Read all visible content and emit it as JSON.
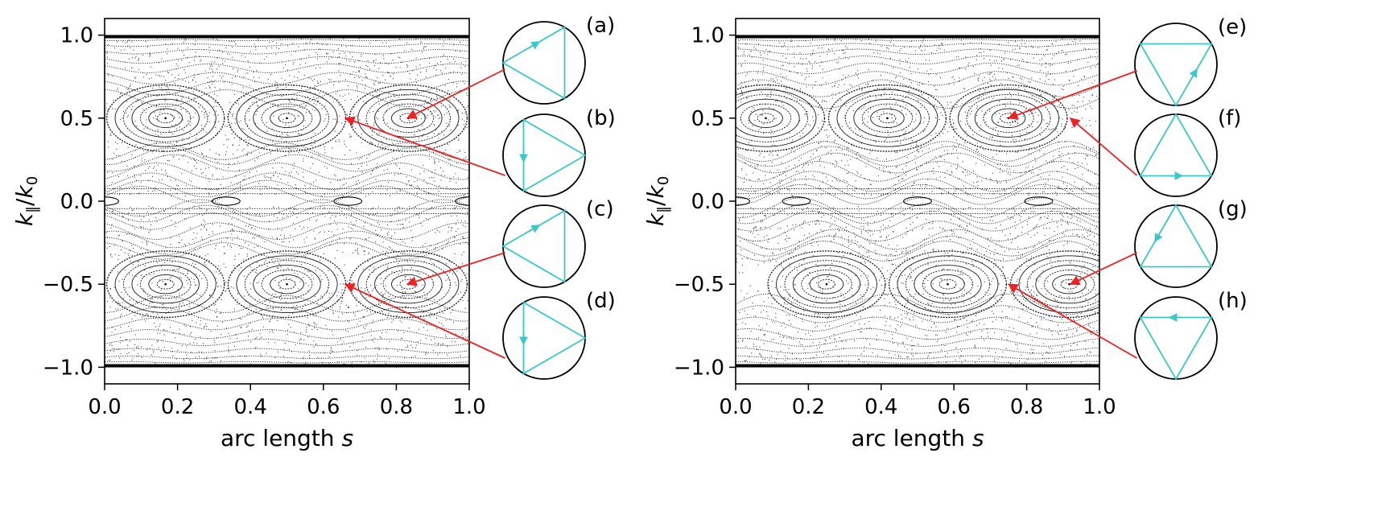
{
  "chart_data": [
    {
      "type": "scatter",
      "title": "",
      "xlabel": "arc length s",
      "xlabel_text": "arc length",
      "xlabel_var": "s",
      "ylabel": "k∥/k0",
      "xlim": [
        0.0,
        1.0
      ],
      "ylim": [
        -1.1,
        1.1
      ],
      "x_ticks": [
        0.0,
        0.2,
        0.4,
        0.6,
        0.8,
        1.0
      ],
      "x_tick_labels": [
        "0.0",
        "0.2",
        "0.4",
        "0.6",
        "0.8",
        "1.0"
      ],
      "y_ticks": [
        1.0,
        0.5,
        0.0,
        -0.5,
        -1.0
      ],
      "y_tick_labels": [
        "1.0",
        "0.5",
        "0.0",
        "−0.5",
        "−1.0"
      ],
      "grid": false,
      "island_centers": [
        {
          "s": 0.167,
          "k": 0.5
        },
        {
          "s": 0.5,
          "k": 0.5
        },
        {
          "s": 0.833,
          "k": 0.5
        },
        {
          "s": 0.167,
          "k": -0.5
        },
        {
          "s": 0.5,
          "k": -0.5
        },
        {
          "s": 0.833,
          "k": -0.5
        }
      ],
      "small_island_centers": [
        {
          "s": 0.0,
          "k": 0.0
        },
        {
          "s": 0.333,
          "k": 0.0
        },
        {
          "s": 0.667,
          "k": 0.0
        },
        {
          "s": 1.0,
          "k": 0.0
        }
      ],
      "insets": [
        {
          "label": "(a)",
          "orbit": "triangle-left-vertex",
          "arrow_to": {
            "s": 0.83,
            "k": 0.5
          }
        },
        {
          "label": "(b)",
          "orbit": "triangle-right-vertex",
          "arrow_to": {
            "s": 0.66,
            "k": 0.5
          }
        },
        {
          "label": "(c)",
          "orbit": "triangle-left-vertex-ccw",
          "arrow_to": {
            "s": 0.83,
            "k": -0.5
          }
        },
        {
          "label": "(d)",
          "orbit": "triangle-right-vertex-cw",
          "arrow_to": {
            "s": 0.66,
            "k": -0.5
          }
        }
      ]
    },
    {
      "type": "scatter",
      "title": "",
      "xlabel": "arc length s",
      "xlabel_text": "arc length",
      "xlabel_var": "s",
      "ylabel": "k∥/k0",
      "xlim": [
        0.0,
        1.0
      ],
      "ylim": [
        -1.1,
        1.1
      ],
      "x_ticks": [
        0.0,
        0.2,
        0.4,
        0.6,
        0.8,
        1.0
      ],
      "x_tick_labels": [
        "0.0",
        "0.2",
        "0.4",
        "0.6",
        "0.8",
        "1.0"
      ],
      "y_ticks": [
        1.0,
        0.5,
        0.0,
        -0.5,
        -1.0
      ],
      "y_tick_labels": [
        "1.0",
        "0.5",
        "0.0",
        "−0.5",
        "−1.0"
      ],
      "grid": false,
      "island_centers": [
        {
          "s": 0.083,
          "k": 0.5
        },
        {
          "s": 0.417,
          "k": 0.5
        },
        {
          "s": 0.75,
          "k": 0.5
        },
        {
          "s": 0.25,
          "k": -0.5
        },
        {
          "s": 0.583,
          "k": -0.5
        },
        {
          "s": 0.917,
          "k": -0.5
        }
      ],
      "small_island_centers": [
        {
          "s": 0.0,
          "k": 0.0
        },
        {
          "s": 0.167,
          "k": 0.0
        },
        {
          "s": 0.5,
          "k": 0.0
        },
        {
          "s": 0.833,
          "k": 0.0
        }
      ],
      "insets": [
        {
          "label": "(e)",
          "orbit": "triangle-bottom-vertex",
          "arrow_to": {
            "s": 0.75,
            "k": 0.5
          }
        },
        {
          "label": "(f)",
          "orbit": "triangle-top-vertex",
          "arrow_to": {
            "s": 0.92,
            "k": 0.5
          }
        },
        {
          "label": "(g)",
          "orbit": "triangle-top-vertex-up",
          "arrow_to": {
            "s": 0.92,
            "k": -0.5
          }
        },
        {
          "label": "(h)",
          "orbit": "triangle-bottom-vertex-right",
          "arrow_to": {
            "s": 0.75,
            "k": -0.5
          }
        }
      ]
    }
  ],
  "colors": {
    "points": "#000000",
    "orbit": "#3cc8c8",
    "arrow": "#ee2222",
    "axes": "#000000"
  }
}
